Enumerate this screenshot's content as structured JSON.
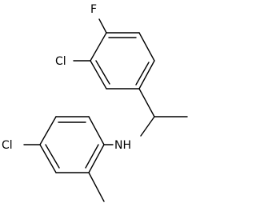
{
  "molecule": {
    "atoms": {
      "fluorine": "F",
      "chlorine_top": "Cl",
      "chlorine_bottom": "Cl",
      "amine": "NH"
    }
  }
}
